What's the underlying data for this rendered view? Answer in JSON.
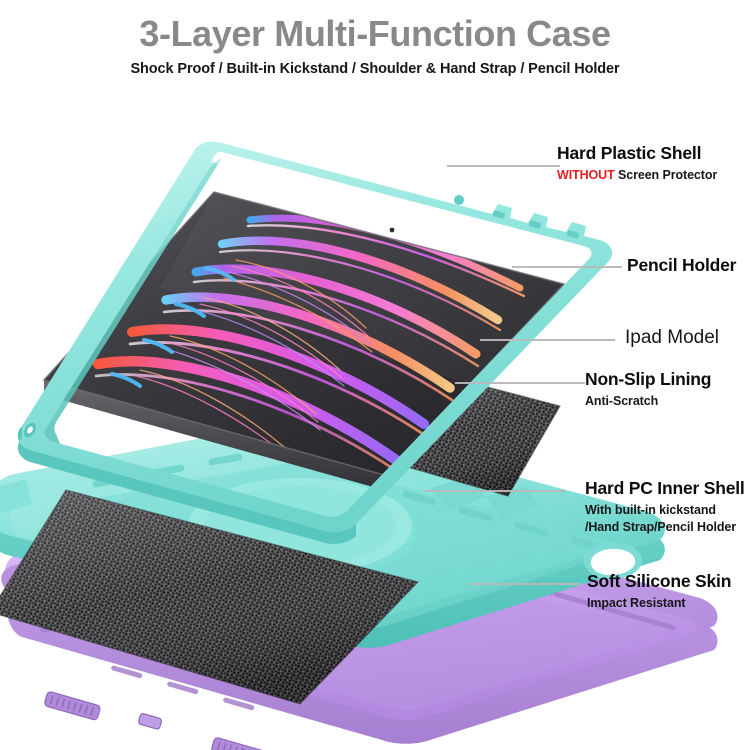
{
  "header": {
    "title": "3-Layer Multi-Function Case",
    "subtitle": "Shock Proof / Built-in Kickstand / Shoulder & Hand Strap / Pencil Holder"
  },
  "callouts": [
    {
      "id": "hard-plastic-shell",
      "heading": "Hard Plastic Shell",
      "sub_accent": "WITHOUT",
      "sub_rest": " Screen Protector",
      "sub2": ""
    },
    {
      "id": "pencil-holder",
      "heading": "Pencil Holder",
      "sub_accent": "",
      "sub_rest": "",
      "sub2": ""
    },
    {
      "id": "ipad-model",
      "heading": "Ipad Model",
      "sub_accent": "",
      "sub_rest": "",
      "sub2": ""
    },
    {
      "id": "non-slip-lining",
      "heading": "Non-Slip Lining",
      "sub_accent": "",
      "sub_rest": "Anti-Scratch",
      "sub2": ""
    },
    {
      "id": "hard-pc-inner-shell",
      "heading": "Hard PC Inner Shell",
      "sub_accent": "",
      "sub_rest": "With built-in kickstand",
      "sub2": "/Hand Strap/Pencil Holder"
    },
    {
      "id": "soft-silicone-skin",
      "heading": "Soft Silicone Skin",
      "sub_accent": "",
      "sub_rest": "Impact Resistant",
      "sub2": ""
    }
  ],
  "colors": {
    "title_gray": "#898989",
    "text_black": "#0d0d0f",
    "accent_red": "#e41e1e",
    "mint": "#8fe6de",
    "mint_dark": "#62ccc4",
    "mint_light": "#b4f0ea",
    "purple": "#c9a3ed",
    "purple_dark": "#a87fd0",
    "purple_light": "#ddc0f7",
    "screen_dark": "#3a3a3e",
    "lining_black": "#3c3c3e",
    "leader_gray": "#b8b8bb",
    "background": "#ffffff"
  },
  "product": {
    "layers": [
      {
        "name": "hard-plastic-shell-frame",
        "material": "Hard Plastic",
        "color": "#8fe6de"
      },
      {
        "name": "ipad-tablet",
        "material": "Tablet",
        "color": "#3a3a3e"
      },
      {
        "name": "non-slip-lining-pad",
        "material": "Textured Foam",
        "color": "#3c3c3e"
      },
      {
        "name": "hard-pc-inner-shell",
        "material": "Hard PC",
        "color": "#8fe6de"
      },
      {
        "name": "soft-silicone-skin",
        "material": "Silicone",
        "color": "#c9a3ed"
      }
    ],
    "screen_wallpaper": "flowing magenta and orange light ribbons on dark background"
  }
}
